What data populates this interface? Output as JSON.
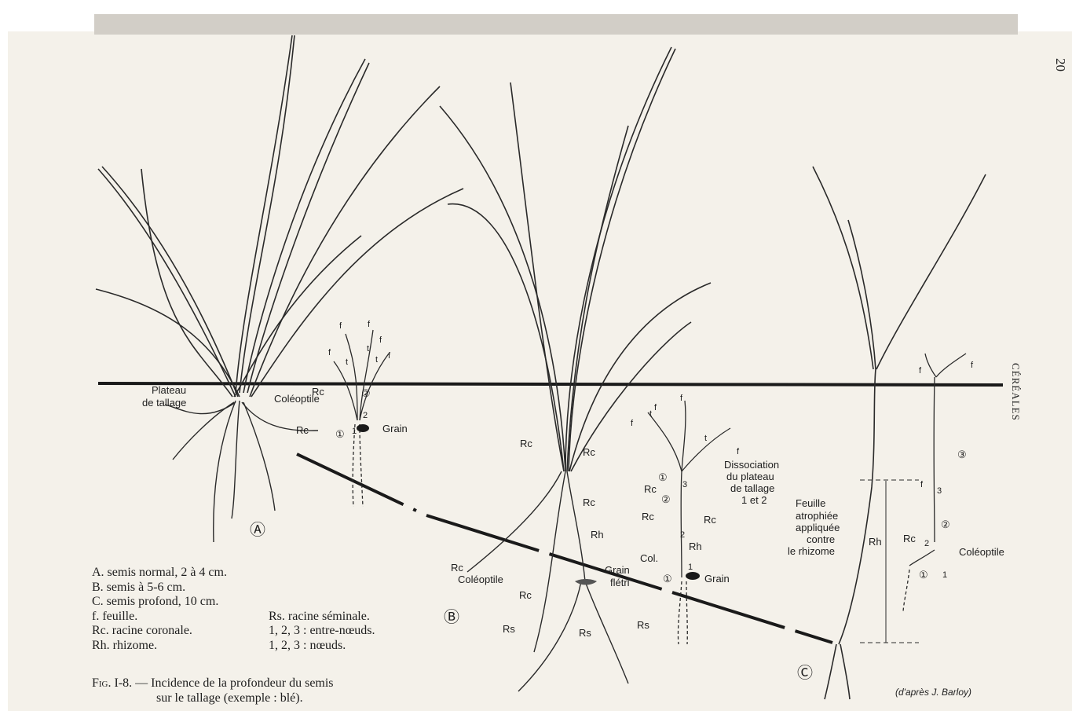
{
  "page_number": "20",
  "running_head": "CÉRÉALES",
  "legend": [
    {
      "left": "A. semis normal, 2 à 4 cm.",
      "right": ""
    },
    {
      "left": "B. semis à 5-6 cm.",
      "right": ""
    },
    {
      "left": "C. semis profond, 10 cm.",
      "right": ""
    },
    {
      "left": "f. feuille.",
      "right": "Rs. racine séminale."
    },
    {
      "left": "Rc. racine coronale.",
      "right": "1, 2, 3 : entre-nœuds."
    },
    {
      "left": "Rh. rhizome.",
      "right": "1, 2, 3 : nœuds."
    }
  ],
  "caption": {
    "prefix": "Fig. I-8.",
    "line1": " — Incidence de la profondeur du semis",
    "line2": "sur le tallage (exemple : blé)."
  },
  "credit": "(d'après J. Barloy)",
  "labels": {
    "plateau": "Plateau",
    "de_tallage": "de tallage",
    "coleoptile": "Coléoptile",
    "rc": "Rc",
    "rh": "Rh",
    "rs": "Rs",
    "f": "f",
    "t": "t",
    "grain": "Grain",
    "grain_fletri_1": "Grain",
    "grain_fletri_2": "flétri",
    "col": "Col.",
    "diss_1": "Dissociation",
    "diss_2": "du plateau",
    "diss_3": "de tallage",
    "diss_4": "1 et 2",
    "feuille_1": "Feuille",
    "feuille_2": "atrophiée",
    "feuille_3": "appliquée",
    "feuille_4": "contre",
    "feuille_5": "le rhizome",
    "n1": "1",
    "n2": "2",
    "n3": "3",
    "c1": "①",
    "c2": "②",
    "c3": "③",
    "mark_a": "Ⓐ",
    "mark_b": "Ⓑ",
    "mark_c": "Ⓒ"
  }
}
